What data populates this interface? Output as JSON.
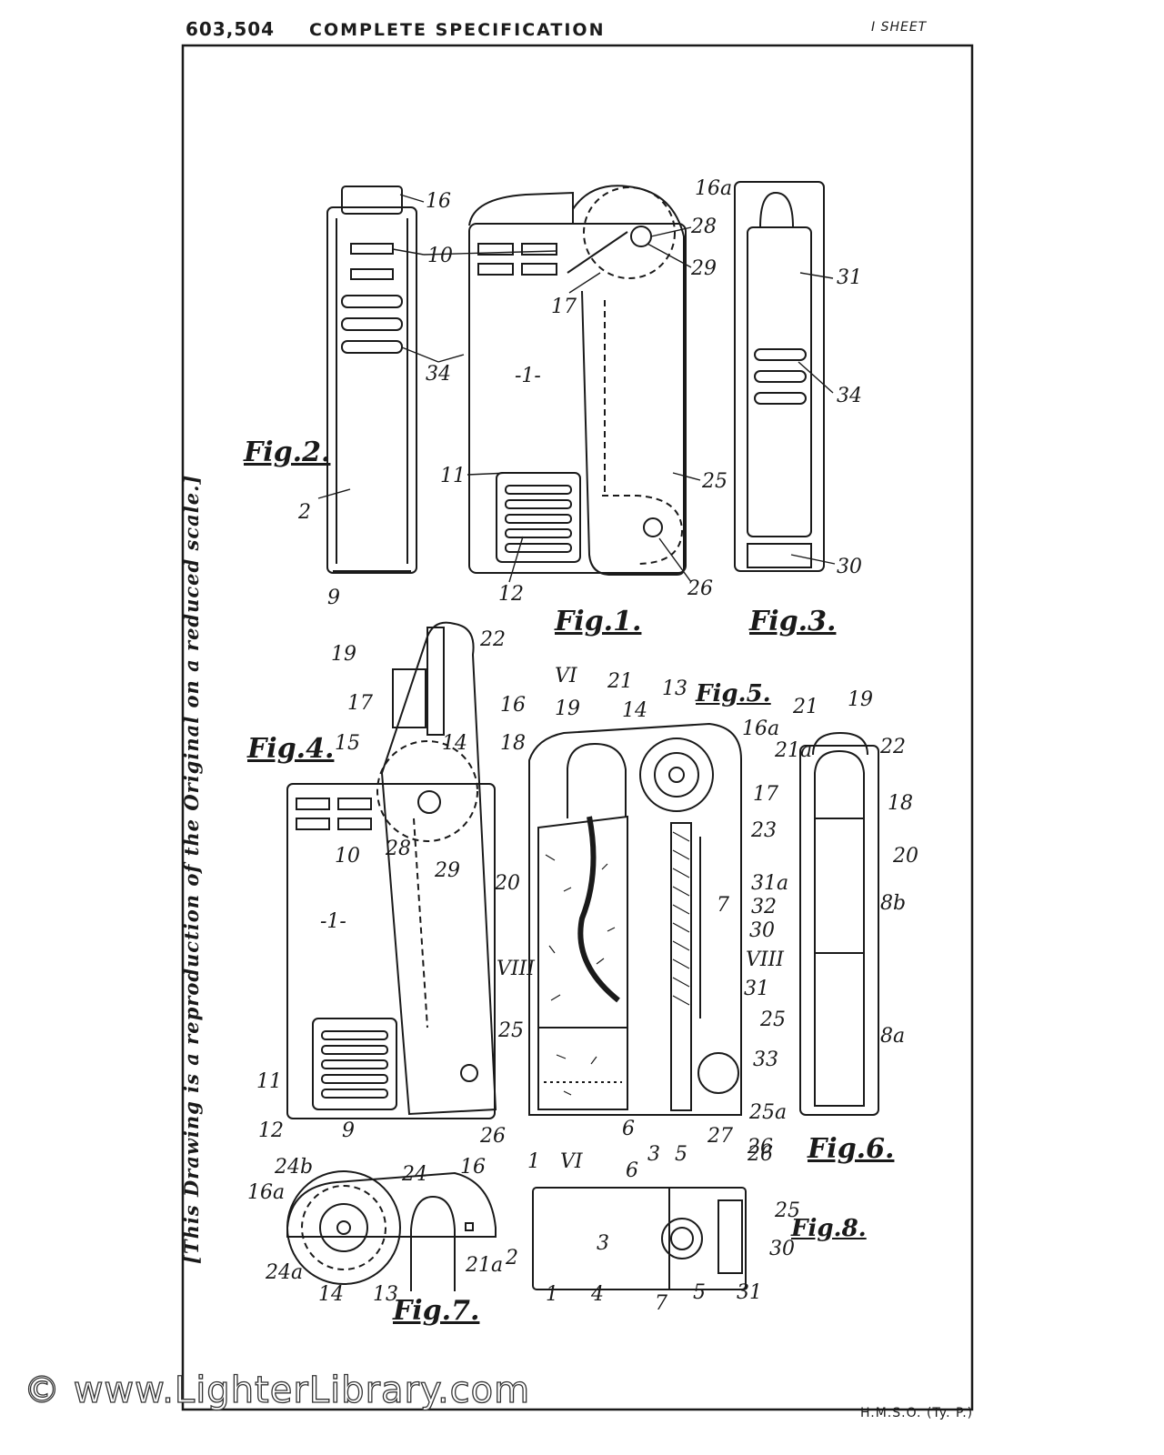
{
  "header": {
    "patent_number": "603,504",
    "title": "COMPLETE SPECIFICATION",
    "sheet": "I SHEET"
  },
  "side_note": "[This Drawing is a reproduction of the Original on a reduced scale.]",
  "figures": {
    "fig1": "Fig.1.",
    "fig2": "Fig.2.",
    "fig3": "Fig.3.",
    "fig4": "Fig.4.",
    "fig5": "Fig.5.",
    "fig6": "Fig.6.",
    "fig7": "Fig.7.",
    "fig8": "Fig.8."
  },
  "callouts": {
    "c16": "16",
    "c10": "10",
    "c34": "34",
    "c2": "2",
    "c9": "9",
    "c28": "28",
    "c29": "29",
    "c17": "17",
    "c1": "-1-",
    "c11": "11",
    "c12": "12",
    "c25": "25",
    "c26": "26",
    "c16a": "16a",
    "c31": "31",
    "c30": "30",
    "c22": "22",
    "c19": "19",
    "c15": "15",
    "c14": "14",
    "c21": "21",
    "c13": "13",
    "c18": "18",
    "c23": "23",
    "c20": "20",
    "c31a": "31a",
    "c32": "32",
    "c7": "7",
    "c33": "33",
    "c6": "6",
    "c27": "27",
    "c25a": "25a",
    "c21a": "21a",
    "c8b": "8b",
    "c8a": "8a",
    "c24": "24",
    "c24b": "24b",
    "c24a": "24a",
    "c3": "3",
    "c5": "5",
    "c4": "4",
    "c1n": "1",
    "cVI": "VI",
    "cVIII": "VIII"
  },
  "footer": {
    "watermark": "© www.LighterLibrary.com",
    "printer": "H.M.S.O. (Ty. P.)"
  }
}
